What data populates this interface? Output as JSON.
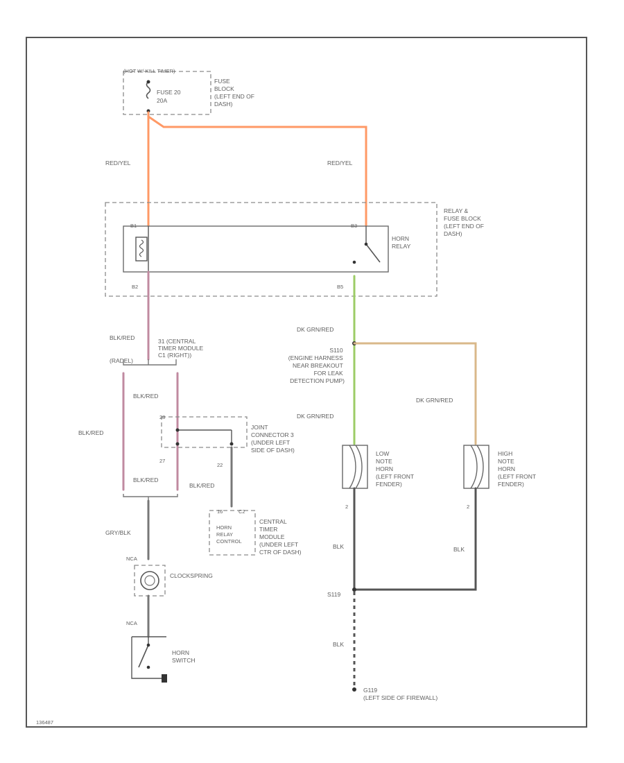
{
  "diagram": {
    "fuse_feed": "(HOT W/ KILL TIMER)",
    "fuse_name": "FUSE 20",
    "fuse_amp": "20A",
    "fuse_block": [
      "FUSE",
      "BLOCK",
      "(LEFT END OF",
      "DASH)"
    ],
    "wire_red_yel_left": "RED/YEL",
    "wire_red_yel_right": "RED/YEL",
    "relay_block": [
      "RELAY &",
      "FUSE BLOCK",
      "(LEFT END OF",
      "DASH)"
    ],
    "horn_relay": [
      "HORN",
      "RELAY"
    ],
    "pin_left_top": "B1",
    "pin_right_top": "B3",
    "pin_left_bottom": "B2",
    "pin_right_bottom": "B5",
    "wire_blk_red_1": "BLK/RED",
    "ctm_connector": [
      "31 (CENTRAL",
      "TIMER MODULE",
      "C1 (RIGHT))"
    ],
    "ctm_connector_side": "(RADEL)",
    "wire_blk_red_2": "BLK/RED",
    "wire_blk_red_3": "BLK/RED",
    "wire_blk_red_4": "BLK/RED",
    "wire_blk_red_5": "BLK/RED",
    "jc_pin_top": "28",
    "jc_pin_bottom": "27",
    "jc_pin_right": "22",
    "joint_connector": [
      "JOINT",
      "CONNECTOR 3",
      "(UNDER LEFT",
      "SIDE OF DASH)"
    ],
    "wire_dk_grn_red_1": "DK GRN/RED",
    "splice_s110": [
      "S110",
      "(ENGINE HARNESS",
      "NEAR BREAKOUT",
      "FOR LEAK",
      "DETECTION PUMP)"
    ],
    "wire_dk_grn_red_2": "DK GRN/RED",
    "wire_dk_grn_red_3": "DK GRN/RED",
    "low_horn": [
      "LOW",
      "NOTE",
      "HORN",
      "(LEFT FRONT",
      "FENDER)"
    ],
    "high_horn": [
      "HIGH",
      "NOTE",
      "HORN",
      "(LEFT FRONT",
      "FENDER)"
    ],
    "low_horn_pin": "2",
    "high_horn_pin": "2",
    "ctm_pins": [
      "16",
      "C2"
    ],
    "ctm_inner": [
      "HORN",
      "RELAY",
      "CONTROL"
    ],
    "ctm_module": [
      "CENTRAL",
      "TIMER",
      "MODULE",
      "(UNDER LEFT",
      "CTR OF DASH)"
    ],
    "wire_gry_blk": "GRY/BLK",
    "wire_nca_1": "NCA",
    "clockspring": "CLOCKSPRING",
    "wire_nca_2": "NCA",
    "horn_switch": [
      "HORN",
      "SWITCH"
    ],
    "wire_blk_1": "BLK",
    "wire_blk_2": "BLK",
    "splice_s119": "S119",
    "wire_blk_3": "BLK",
    "ground_g119": [
      "G119",
      "(LEFT SIDE OF FIREWALL)"
    ],
    "footer_code": "136487"
  },
  "colors": {
    "red_yel_wire": "#ff9966",
    "blk_red_wire": "#c08aa0",
    "dk_grn_red_wire": "#9ccc66",
    "dk_grn_red_branch": "#d9b88a"
  }
}
